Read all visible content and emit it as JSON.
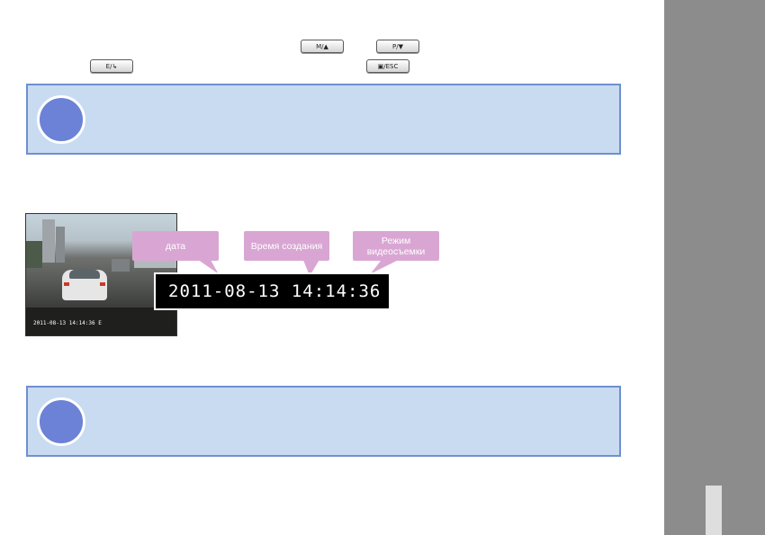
{
  "keys": {
    "mode": "M/▲",
    "power": "P/▼",
    "event": "E/↳",
    "menu": "▣/ESC"
  },
  "callouts": {
    "date": "дата",
    "time": "Время создания",
    "mode": "Режим видеосъемки"
  },
  "stamp": {
    "zoomed": "2011-08-13 14:14:36 E",
    "photo": "2011-08-13 14:14:36 E"
  },
  "colors": {
    "note_bg": "#c8dbf0",
    "note_border": "#6f8fd0",
    "note_circle": "#6b82d6",
    "callout_bg": "#d9a6d3",
    "sidebar": "#8c8c8c"
  }
}
